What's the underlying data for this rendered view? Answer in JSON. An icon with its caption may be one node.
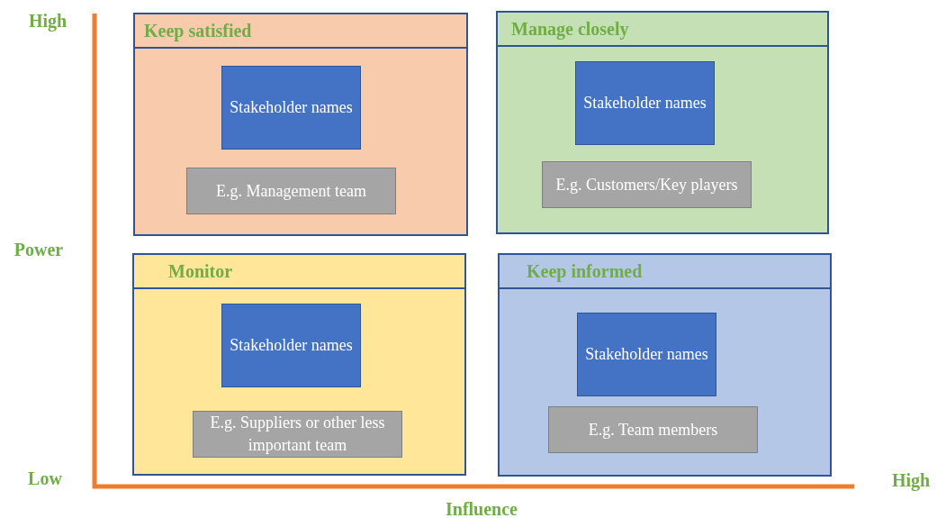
{
  "diagram": {
    "nodes": [
      {
        "text": [
          "Keep satisfied"
        ]
      },
      {
        "text": [
          "Stakeholder names"
        ],
        "in": 0
      },
      {
        "text": [
          "E.g. Management team"
        ],
        "in": 0
      },
      {
        "text": [
          "Manage closely"
        ]
      },
      {
        "text": [
          "Stakeholder names"
        ],
        "in": 3
      },
      {
        "text": [
          "E.g. Customers/Key players"
        ],
        "in": 3
      },
      {
        "text": [
          "Monitor"
        ]
      },
      {
        "text": [
          "Stakeholder names"
        ],
        "in": 6
      },
      {
        "text": [
          "E.g. Suppliers or other less important team"
        ],
        "in": 6
      },
      {
        "text": [
          "Keep informed"
        ]
      },
      {
        "text": [
          "Stakeholder names"
        ],
        "in": 9
      },
      {
        "text": [
          "E.g. Team members"
        ],
        "in": 9
      }
    ],
    "labels": [
      "High",
      "Power",
      "Low",
      "High",
      "Influence"
    ]
  }
}
